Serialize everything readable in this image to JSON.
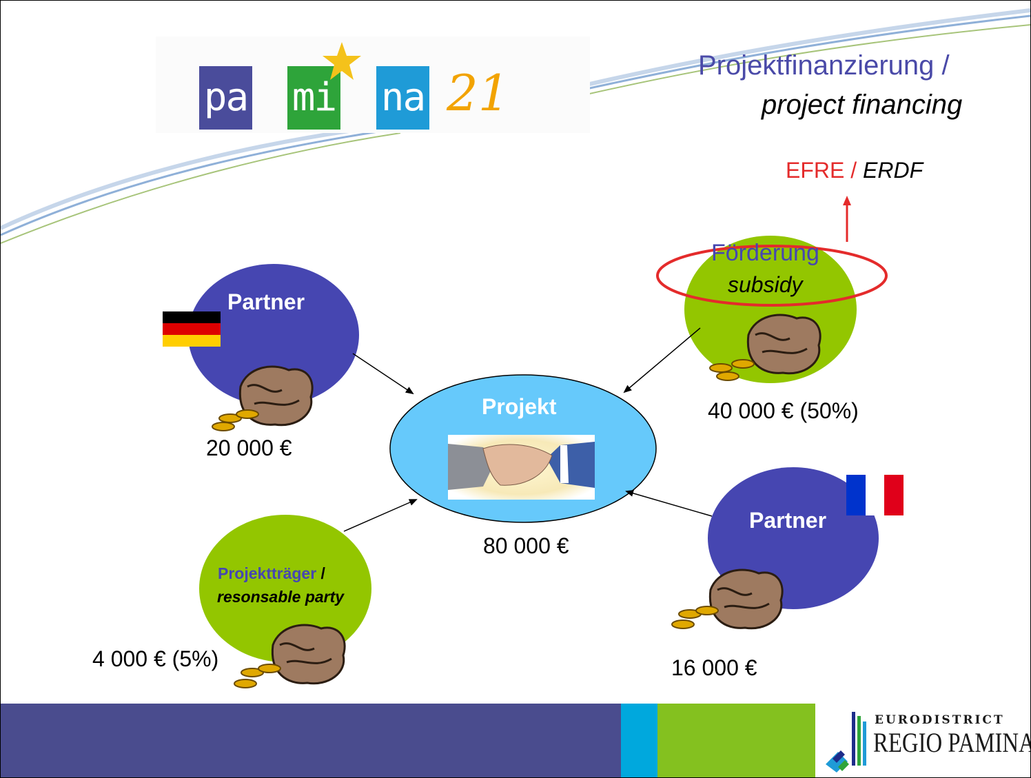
{
  "logo": {
    "segments": [
      "pa",
      "mi",
      "na"
    ],
    "number": "21",
    "colors": {
      "pa": "#4a4c9b",
      "mi": "#2ea43a",
      "na": "#1f9bd7",
      "star": "#f4c21b",
      "number": "#f2a300"
    }
  },
  "title": {
    "line1": "Projektfinanzierung /",
    "line2": "project financing"
  },
  "efre": {
    "main": "EFRE",
    "sep": " / ",
    "italic": "ERDF"
  },
  "nodes": {
    "partner_de": {
      "label": "Partner",
      "flag": "germany-flag",
      "amount": "20 000 €"
    },
    "subsidy": {
      "label": "Förderung",
      "label_italic": "subsidy",
      "amount": "40 000 € (50%)"
    },
    "project": {
      "label": "Projekt",
      "amount": "80 000 €",
      "image": "handshake"
    },
    "partner_fr": {
      "label": "Partner",
      "flag": "france-flag",
      "amount": "16 000 €"
    },
    "carrier": {
      "label": "Projektträger",
      "label_sep": " /",
      "label_italic": "resonsable party",
      "amount": "4 000 € (5%)"
    }
  },
  "footer": {
    "colors": {
      "band": "#4a4c8e",
      "cyan": "#00a8dd",
      "green": "#84c11f"
    },
    "brand_small": "EURODISTRICT",
    "brand_large": "REGIO PAMINA"
  },
  "colors": {
    "violet": "#4646b1",
    "green": "#93c600",
    "light_blue": "#66c9fb",
    "red": "#e42b2b",
    "title_blue": "#4a4aa8"
  }
}
